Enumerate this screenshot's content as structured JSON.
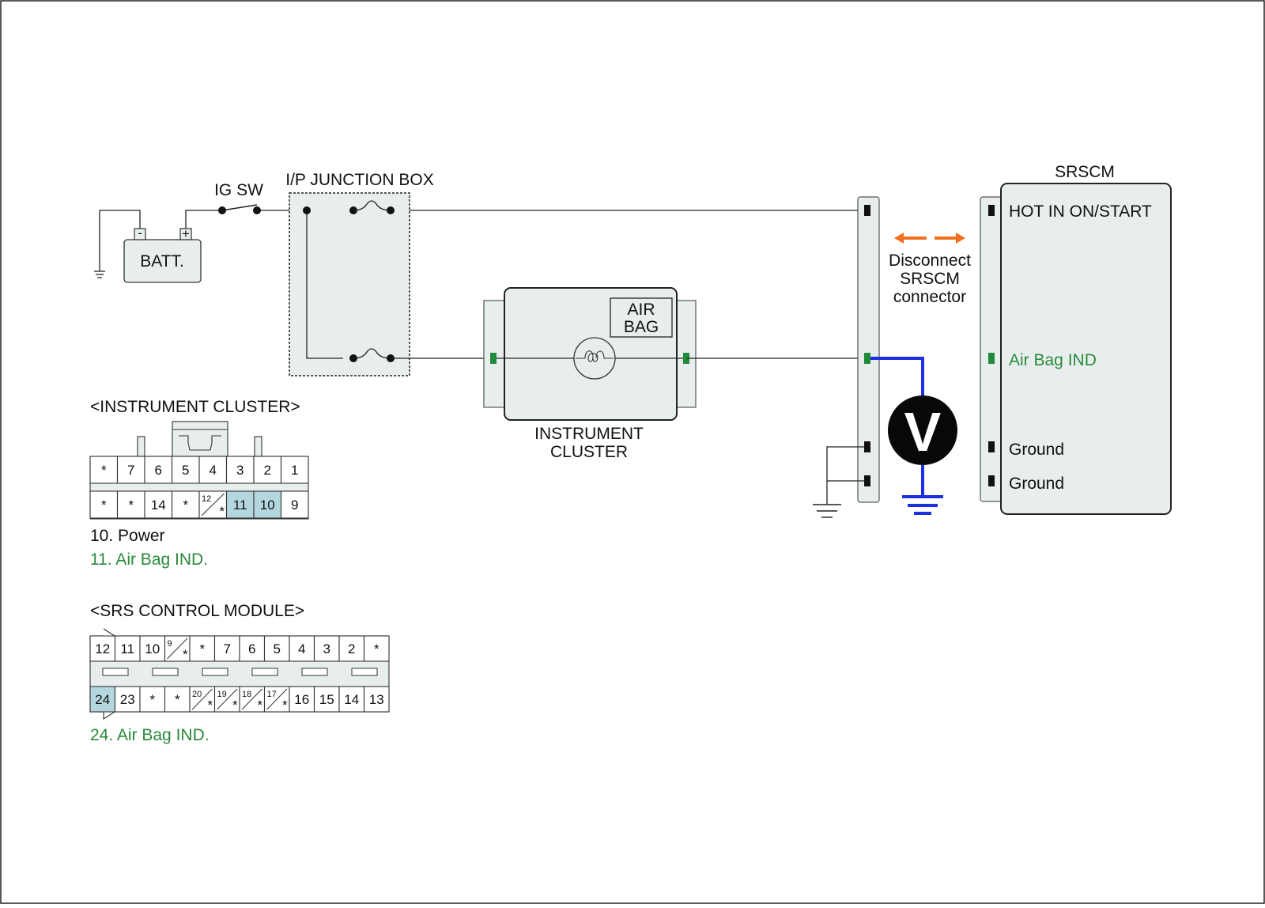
{
  "colors": {
    "box_fill": "#e8eeee",
    "highlight_pin": "#b4d7df",
    "probe_wire": "#1a2fe0",
    "arrow": "#f07020",
    "green_text": "#2a8a3a",
    "terminal_green": "#1f8a3a"
  },
  "labels": {
    "ig_sw": "IG SW",
    "junction_box": "I/P JUNCTION BOX",
    "batt": "BATT.",
    "batt_neg": "-",
    "batt_pos": "+",
    "air_bag_lamp": [
      "AIR",
      "BAG"
    ],
    "instrument_cluster": [
      "INSTRUMENT",
      "CLUSTER"
    ],
    "srscm": "SRSCM",
    "disconnect_note": [
      "Disconnect",
      "SRSCM",
      "connector"
    ],
    "voltmeter": "V"
  },
  "srscm_pins": [
    {
      "label": "HOT IN ON/START",
      "highlight": false
    },
    {
      "label": "Air Bag IND",
      "highlight": true
    },
    {
      "label": "Ground",
      "highlight": false
    },
    {
      "label": "Ground",
      "highlight": false
    }
  ],
  "instrument_cluster_connector": {
    "title": "<INSTRUMENT CLUSTER>",
    "top_row": [
      "*",
      "7",
      "6",
      "5",
      "4",
      "3",
      "2",
      "1"
    ],
    "bottom_row": [
      "*",
      "*",
      "14",
      "*",
      "12/*",
      "11",
      "10",
      "9"
    ],
    "highlighted": [
      "11",
      "10"
    ],
    "notes": [
      {
        "text": "10. Power",
        "highlight": false
      },
      {
        "text": "11. Air Bag IND.",
        "highlight": true
      }
    ]
  },
  "srs_connector": {
    "title": "<SRS CONTROL MODULE>",
    "top_row": [
      "12",
      "11",
      "10",
      "9/*",
      "*",
      "7",
      "6",
      "5",
      "4",
      "3",
      "2",
      "*"
    ],
    "bottom_row": [
      "24",
      "23",
      "*",
      "*",
      "20/*",
      "19/*",
      "18/*",
      "17/*",
      "16",
      "15",
      "14",
      "13"
    ],
    "highlighted": [
      "24"
    ],
    "notes": [
      {
        "text": "24. Air Bag IND.",
        "highlight": true
      }
    ]
  }
}
